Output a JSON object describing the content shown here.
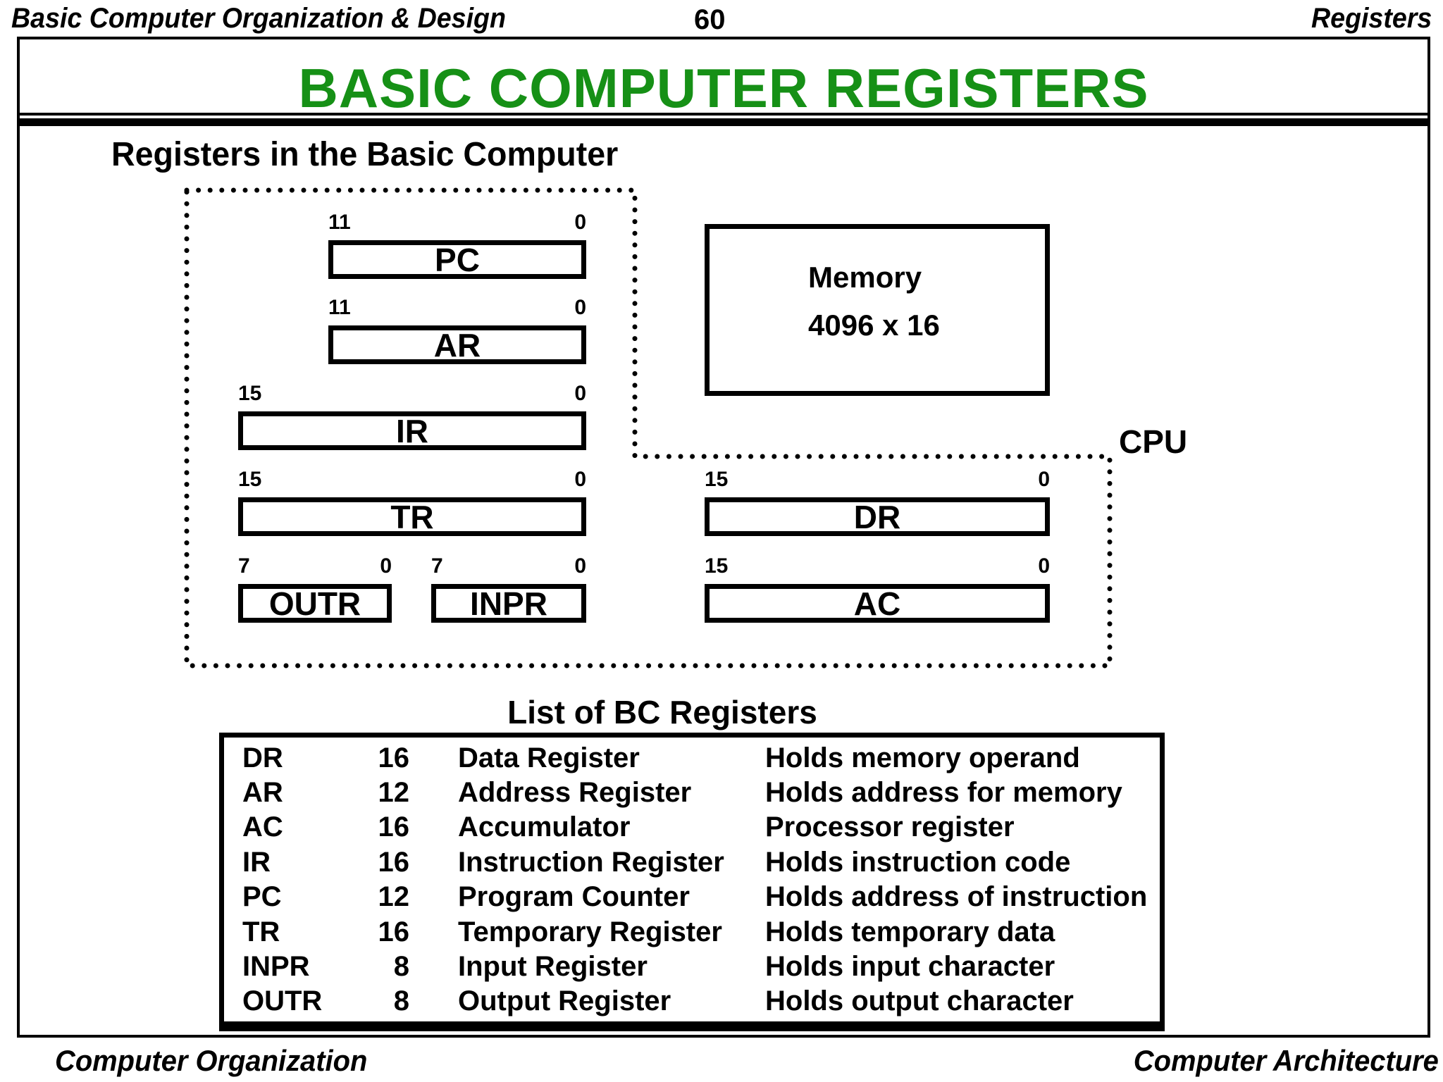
{
  "header": {
    "left": "Basic Computer Organization & Design",
    "page_number": "60",
    "right": "Registers"
  },
  "title": "BASIC COMPUTER  REGISTERS",
  "subtitle": "Registers in the Basic Computer",
  "diagram": {
    "cpu_label": "CPU",
    "memory": {
      "line1": "Memory",
      "line2": "4096 x 16"
    },
    "registers": [
      {
        "id": "pc",
        "label": "PC",
        "high_bit": "11",
        "low_bit": "0"
      },
      {
        "id": "ar",
        "label": "AR",
        "high_bit": "11",
        "low_bit": "0"
      },
      {
        "id": "ir",
        "label": "IR",
        "high_bit": "15",
        "low_bit": "0"
      },
      {
        "id": "tr",
        "label": "TR",
        "high_bit": "15",
        "low_bit": "0"
      },
      {
        "id": "outr",
        "label": "OUTR",
        "high_bit": "7",
        "low_bit": "0"
      },
      {
        "id": "inpr",
        "label": "INPR",
        "high_bit": "7",
        "low_bit": "0"
      },
      {
        "id": "dr",
        "label": "DR",
        "high_bit": "15",
        "low_bit": "0"
      },
      {
        "id": "ac",
        "label": "AC",
        "high_bit": "15",
        "low_bit": "0"
      }
    ]
  },
  "table": {
    "heading": "List of BC Registers",
    "rows": [
      {
        "name": "DR",
        "bits": "16",
        "full_name": "Data Register",
        "description": "Holds memory operand"
      },
      {
        "name": "AR",
        "bits": "12",
        "full_name": "Address Register",
        "description": "Holds address for memory"
      },
      {
        "name": "AC",
        "bits": "16",
        "full_name": "Accumulator",
        "description": "Processor register"
      },
      {
        "name": "IR",
        "bits": "16",
        "full_name": "Instruction Register",
        "description": "Holds instruction code"
      },
      {
        "name": "PC",
        "bits": "12",
        "full_name": "Program Counter",
        "description": "Holds address of instruction"
      },
      {
        "name": "TR",
        "bits": "16",
        "full_name": "Temporary Register",
        "description": "Holds temporary data"
      },
      {
        "name": "INPR",
        "bits": "8",
        "full_name": "Input Register",
        "description": "Holds input character"
      },
      {
        "name": "OUTR",
        "bits": "8",
        "full_name": "Output Register",
        "description": "Holds output character"
      }
    ]
  },
  "footer": {
    "left": "Computer Organization",
    "right": "Computer Architecture"
  },
  "colors": {
    "title_green": "#169016",
    "ink": "#000000"
  }
}
